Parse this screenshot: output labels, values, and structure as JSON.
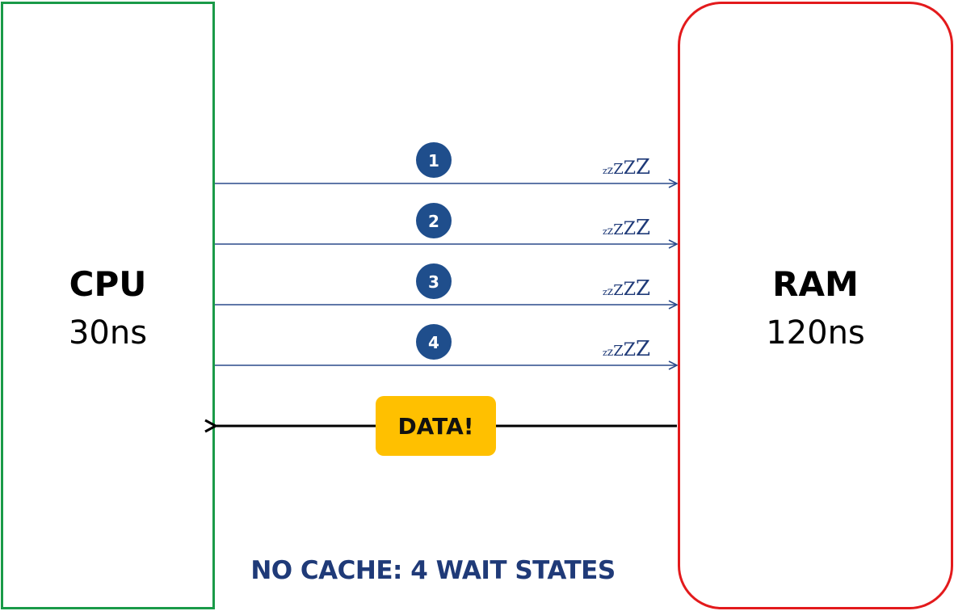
{
  "cpu": {
    "name": "CPU",
    "time": "30ns"
  },
  "ram": {
    "name": "RAM",
    "time": "120ns"
  },
  "requests": [
    {
      "number": "1",
      "sleep_text": "zzZZZ"
    },
    {
      "number": "2",
      "sleep_text": "zzZZZ"
    },
    {
      "number": "3",
      "sleep_text": "zzZZZ"
    },
    {
      "number": "4",
      "sleep_text": "zzZZZ"
    }
  ],
  "response": {
    "label": "DATA!"
  },
  "caption": "NO CACHE: 4 WAIT STATES",
  "colors": {
    "cpu_border": "#1a9a48",
    "ram_border": "#e31a1c",
    "request_line": "#2a4a8c",
    "badge_fill": "#1f4e8c",
    "data_fill": "#ffc000",
    "caption": "#1f3a78"
  }
}
